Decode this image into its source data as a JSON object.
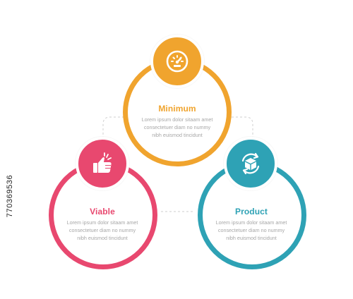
{
  "colors": {
    "minimum": "#F0A42E",
    "viable": "#E8486F",
    "product": "#2EA2B5",
    "connector": "#CFCFCF"
  },
  "nodes": {
    "minimum": {
      "title": "Minimum",
      "icon": "speedometer-icon",
      "text_lines": [
        "Lorem ipsum dolor sitaam amet",
        "consectetuer diam no nummy",
        "nibh euismod tincidunt"
      ]
    },
    "viable": {
      "title": "Viable",
      "icon": "thumbs-up-icon",
      "text_lines": [
        "Lorem ipsum dolor sitaam amet",
        "consectetuer diam no nummy",
        "nibh euismod tincidunt"
      ]
    },
    "product": {
      "title": "Product",
      "icon": "box-refresh-icon",
      "text_lines": [
        "Lorem ipsum dolor sitaam amet",
        "consectetuer diam no nummy",
        "nibh euismod tincidunt"
      ]
    }
  },
  "stock_id": "770369536"
}
